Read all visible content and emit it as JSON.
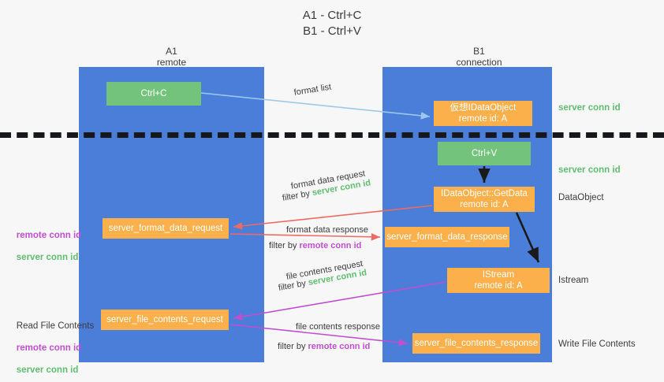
{
  "title": "A1 - Ctrl+C\nB1 - Ctrl+V",
  "lanes": {
    "left": {
      "header": "A1\nremote",
      "color": "#4a7ed8"
    },
    "right": {
      "header": "B1\nconnection",
      "color": "#4a7ed8"
    }
  },
  "colors": {
    "lane": "#4a7ed8",
    "green_box": "#74c37c",
    "orange_box": "#fbb04c",
    "server_conn_id": "#62bd72",
    "remote_conn_id": "#c04fd0",
    "arrow_blue": "#9dc8ee",
    "arrow_red": "#ef6a62",
    "arrow_magenta": "#c04fd0",
    "arrow_black": "#1a1a1a",
    "divider": "#16181c"
  },
  "boxes": {
    "ctrl_c": "Ctrl+C",
    "virtual_dataobject": "仮想IDataObject\nremote id: A",
    "ctrl_v": "Ctrl+V",
    "getdata": "IDataObject::GetData\nremote id: A",
    "server_format_data_request": "server_format_data_request",
    "server_format_data_response": "server_format_data_response",
    "istream": "IStream\nremote id: A",
    "server_file_contents_request": "server_file_contents_request",
    "server_file_contents_response": "server_file_contents_response"
  },
  "right_labels": {
    "server_conn_id_top": "server conn id",
    "server_conn_id_mid": "server conn id",
    "dataobject": "DataObject",
    "istream": "Istream",
    "write_file_contents": "Write File Contents"
  },
  "left_labels": {
    "read_file_contents": "Read File Contents",
    "remote_conn_id": "remote conn id",
    "server_conn_id": "server conn id"
  },
  "edge_labels": {
    "format_list": "format list",
    "format_data_request": "format data request",
    "format_data_request_filter_prefix": "filter by ",
    "format_data_request_filter_value": "server conn id",
    "format_data_response": "format data response",
    "format_data_response_filter_prefix": "filter by ",
    "format_data_response_filter_value": "remote conn id",
    "file_contents_request": "file contents request",
    "file_contents_request_filter_prefix": "filter by ",
    "file_contents_request_filter_value": "server conn id",
    "file_contents_response": "file contents response",
    "file_contents_response_filter_prefix": "filter by ",
    "file_contents_response_filter_value": "remote conn id"
  }
}
